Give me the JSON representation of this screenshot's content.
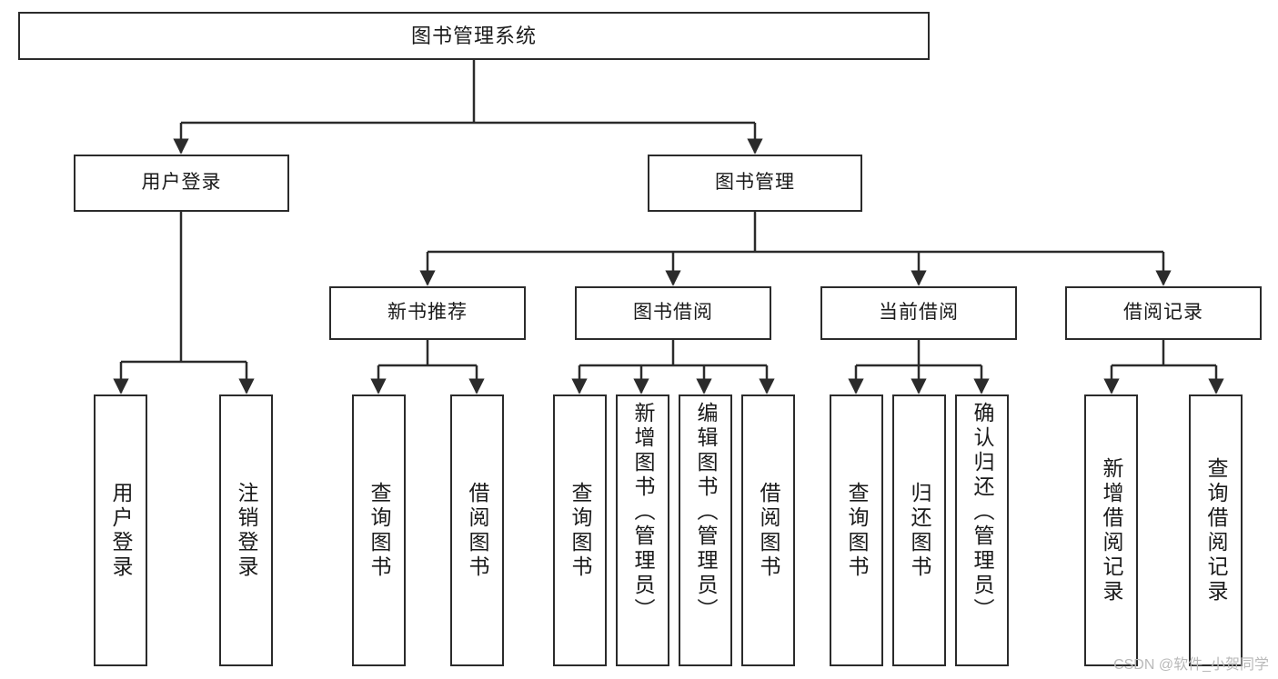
{
  "diagram": {
    "title": "图书管理系统",
    "type": "tree",
    "watermark": "CSDN @软件_小贺同学",
    "colors": {
      "box_border": "#2b2b2b",
      "box_fill": "#ffffff",
      "edge": "#2b2b2b",
      "text": "#1a1a1a",
      "watermark": "#b9b9b9",
      "background": "#ffffff"
    },
    "nodes": {
      "root": {
        "label": "图书管理系统",
        "level": 0
      },
      "level1": [
        {
          "id": "user-login",
          "label": "用户登录"
        },
        {
          "id": "book-manage",
          "label": "图书管理"
        }
      ],
      "level2": [
        {
          "id": "new-book-rec",
          "label": "新书推荐",
          "parent": "book-manage"
        },
        {
          "id": "book-borrow",
          "label": "图书借阅",
          "parent": "book-manage"
        },
        {
          "id": "current-borrow",
          "label": "当前借阅",
          "parent": "book-manage"
        },
        {
          "id": "borrow-record",
          "label": "借阅记录",
          "parent": "book-manage"
        }
      ],
      "leaves": [
        {
          "id": "leaf-user-login",
          "label": "用户登录",
          "parent": "user-login"
        },
        {
          "id": "leaf-logout",
          "label": "注销登录",
          "parent": "user-login"
        },
        {
          "id": "leaf-query-book-rec",
          "label": "查询图书",
          "parent": "new-book-rec"
        },
        {
          "id": "leaf-borrow-book-rec",
          "label": "借阅图书",
          "parent": "new-book-rec"
        },
        {
          "id": "leaf-query-book-borrow",
          "label": "查询图书",
          "parent": "book-borrow"
        },
        {
          "id": "leaf-add-book",
          "label": "新增图书（管理员）",
          "parent": "book-borrow"
        },
        {
          "id": "leaf-edit-book",
          "label": "编辑图书（管理员）",
          "parent": "book-borrow"
        },
        {
          "id": "leaf-borrow-book",
          "label": "借阅图书",
          "parent": "book-borrow"
        },
        {
          "id": "leaf-query-book-current",
          "label": "查询图书",
          "parent": "current-borrow"
        },
        {
          "id": "leaf-return-book",
          "label": "归还图书",
          "parent": "current-borrow"
        },
        {
          "id": "leaf-confirm-return",
          "label": "确认归还（管理员）",
          "parent": "current-borrow"
        },
        {
          "id": "leaf-add-record",
          "label": "新增借阅记录",
          "parent": "borrow-record"
        },
        {
          "id": "leaf-query-record",
          "label": "查询借阅记录",
          "parent": "borrow-record"
        }
      ]
    }
  }
}
